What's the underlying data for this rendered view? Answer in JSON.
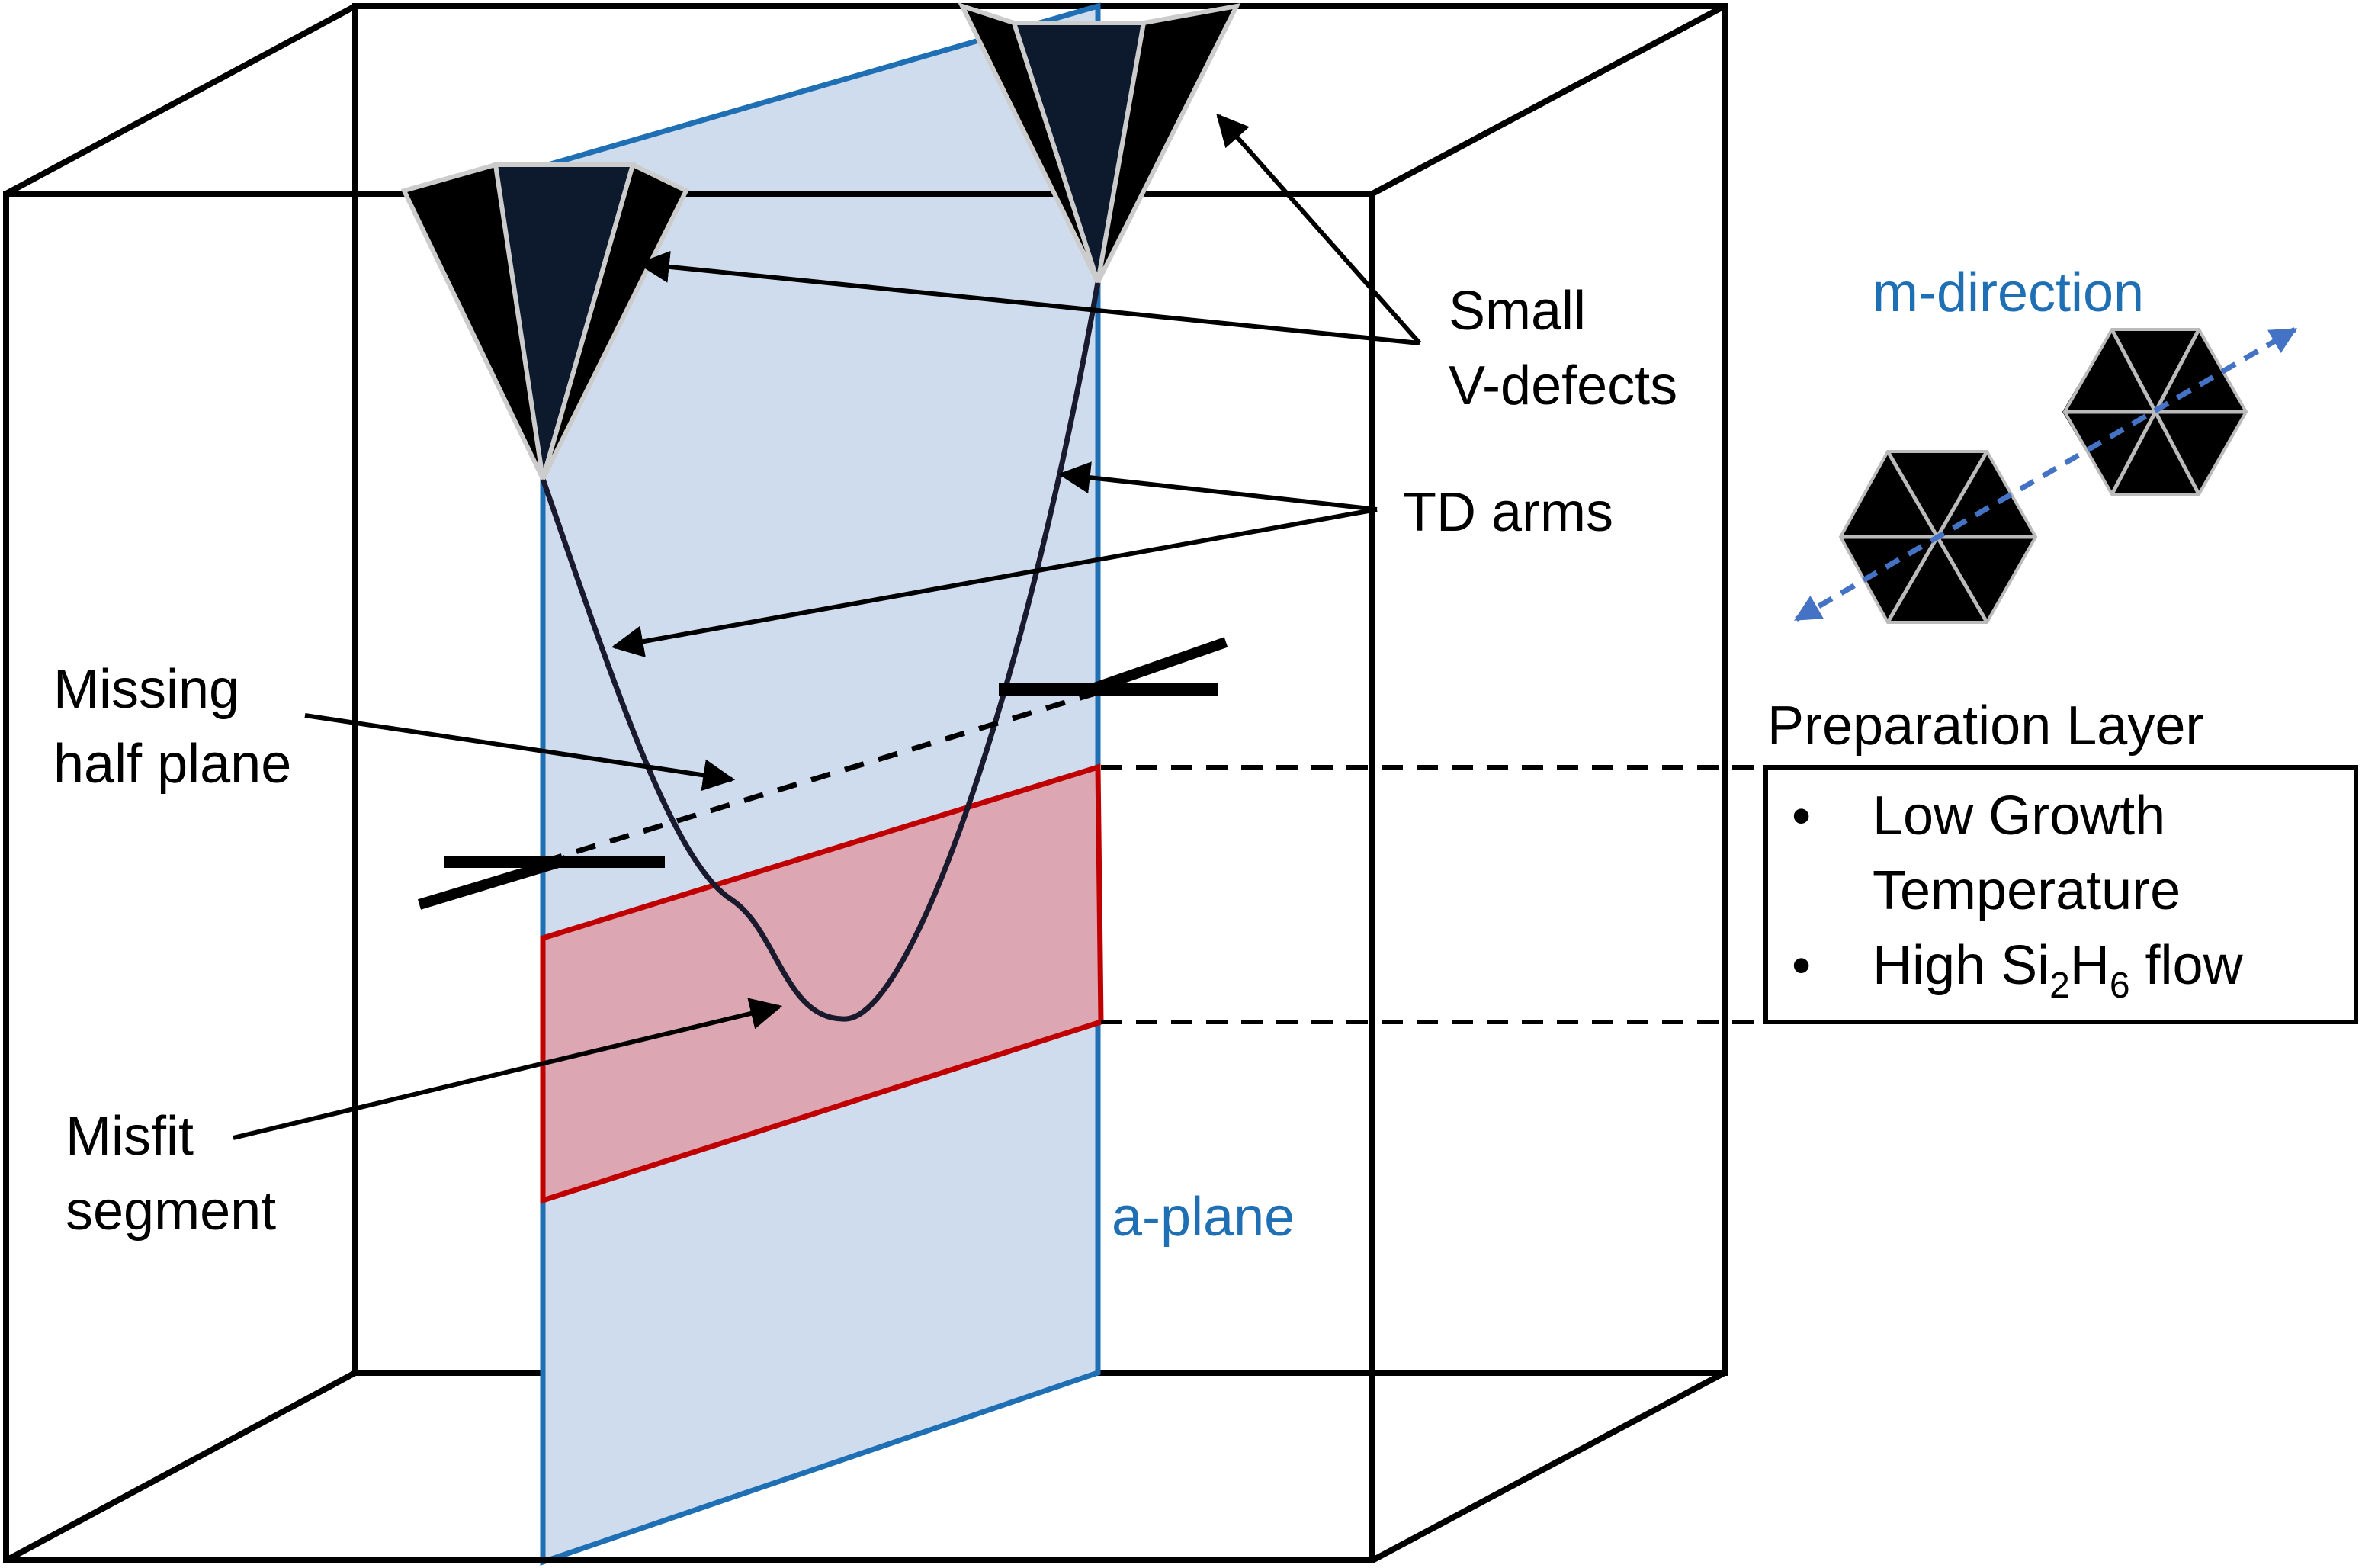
{
  "colors": {
    "line": "#000000",
    "a_plane_fill": "#cfdcee",
    "a_plane_stroke": "#1f6fb5",
    "misfit_fill": "#dca6b2",
    "misfit_stroke": "#c00000",
    "v_defect": "#0d1a2e",
    "label_blue": "#1f6fb5",
    "m_arrow": "#4472c4"
  },
  "labels": {
    "small_v_defects_line1": "Small",
    "small_v_defects_line2": "V-defects",
    "td_arms": "TD arms",
    "missing_half_plane_line1": "Missing",
    "missing_half_plane_line2": "half plane",
    "misfit_segment_line1": "Misfit",
    "misfit_segment_line2": "segment",
    "a_plane": "a-plane",
    "m_direction": "m-direction"
  },
  "preparation_layer": {
    "title": "Preparation Layer",
    "bullet_char": "•",
    "item1_line1": "Low Growth",
    "item1_line2": "Temperature",
    "item2_prefix": "High Si",
    "item2_sub1": "2",
    "item2_mid": "H",
    "item2_sub2": "6",
    "item2_suffix": " flow"
  },
  "icons": {
    "v_defect": "inverted-pyramid-icon",
    "hexagon": "hexagon-icon",
    "dislocation": "edge-dislocation-symbol-icon"
  }
}
